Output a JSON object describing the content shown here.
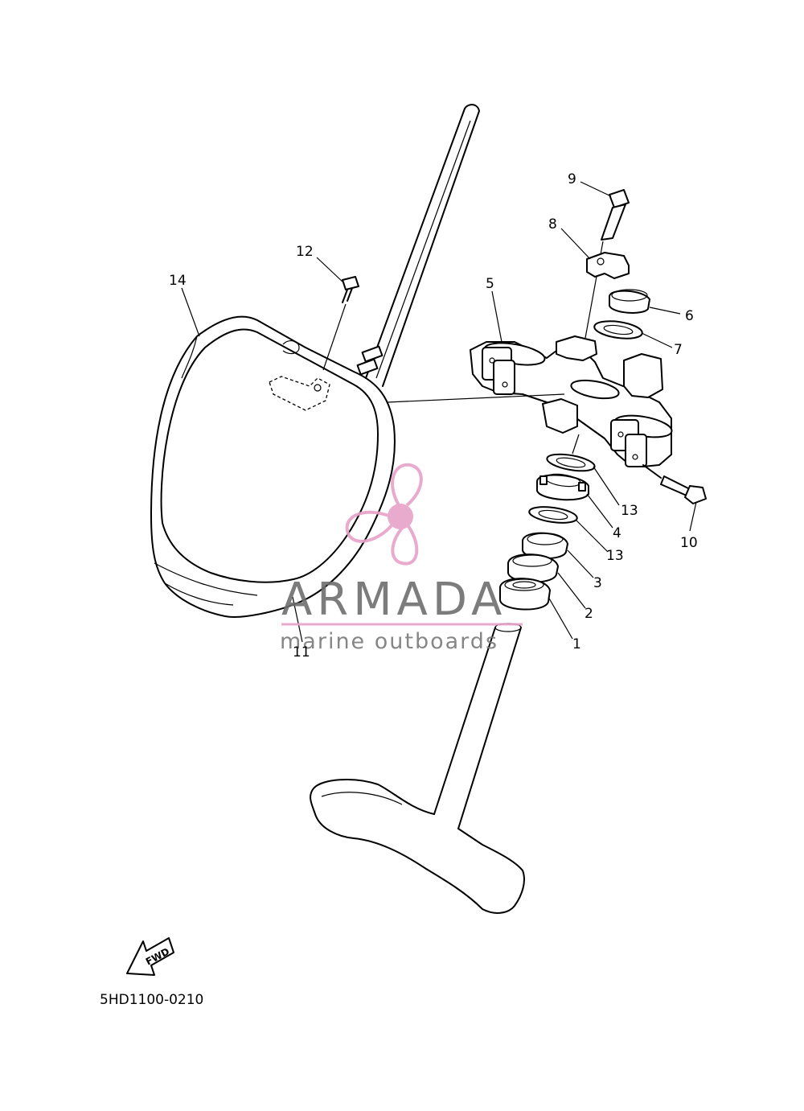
{
  "callouts": [
    {
      "id": "1",
      "text": "1"
    },
    {
      "id": "2",
      "text": "2"
    },
    {
      "id": "3",
      "text": "3"
    },
    {
      "id": "4",
      "text": "4"
    },
    {
      "id": "5",
      "text": "5"
    },
    {
      "id": "6",
      "text": "6"
    },
    {
      "id": "7",
      "text": "7"
    },
    {
      "id": "8",
      "text": "8"
    },
    {
      "id": "9",
      "text": "9"
    },
    {
      "id": "10",
      "text": "10"
    },
    {
      "id": "11",
      "text": "11"
    },
    {
      "id": "12",
      "text": "12"
    },
    {
      "id": "13a",
      "text": "13"
    },
    {
      "id": "13b",
      "text": "13"
    },
    {
      "id": "14",
      "text": "14"
    }
  ],
  "diagram_code": "5HD1100-0210",
  "fwd_label": "FWD",
  "watermark": {
    "title": "ARMADA",
    "subtitle": "marine outboards",
    "accent_color": "#e7a3c8",
    "text_color": "#707070"
  },
  "line_color": "#000000",
  "background_color": "#ffffff"
}
